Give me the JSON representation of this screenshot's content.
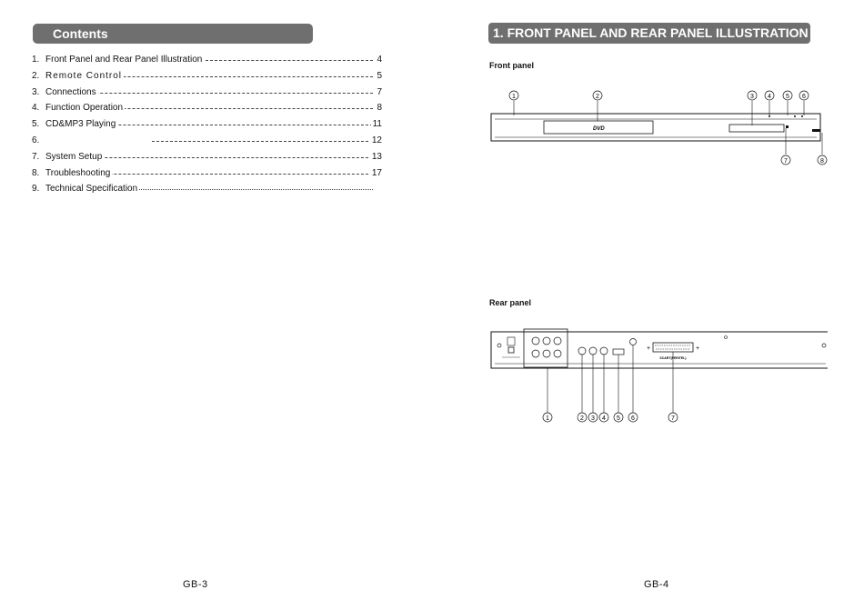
{
  "left_page": {
    "header": "Contents",
    "toc": [
      {
        "num": "1.",
        "label": "Front Panel and Rear Panel Illustration",
        "page": "4"
      },
      {
        "num": "2.",
        "label": "Remote Control",
        "page": "5"
      },
      {
        "num": "3.",
        "label": "Connections",
        "page": "7"
      },
      {
        "num": "4.",
        "label": "Function Operation",
        "page": "8"
      },
      {
        "num": "5.",
        "label": "CD&MP3 Playing",
        "page": "11"
      },
      {
        "num": "6.",
        "label": "",
        "page": "12"
      },
      {
        "num": "7.",
        "label": "System Setup",
        "page": "13"
      },
      {
        "num": "8.",
        "label": "Troubleshooting",
        "page": "17"
      },
      {
        "num": "9.",
        "label": "Technical Specification",
        "page": ""
      }
    ],
    "footer": "GB-3"
  },
  "right_page": {
    "header": "1. FRONT PANEL AND REAR PANEL ILLUSTRATION",
    "front_panel_label": "Front panel",
    "front_callouts": [
      "1",
      "2",
      "3",
      "4",
      "5",
      "6",
      "7",
      "8"
    ],
    "front_logo": "DVD",
    "rear_panel_label": "Rear panel",
    "rear_callouts": [
      "1",
      "2",
      "3",
      "4",
      "5",
      "6",
      "7"
    ],
    "rear_connector_label": "SCART(PERITEL)",
    "footer": "GB-4"
  }
}
